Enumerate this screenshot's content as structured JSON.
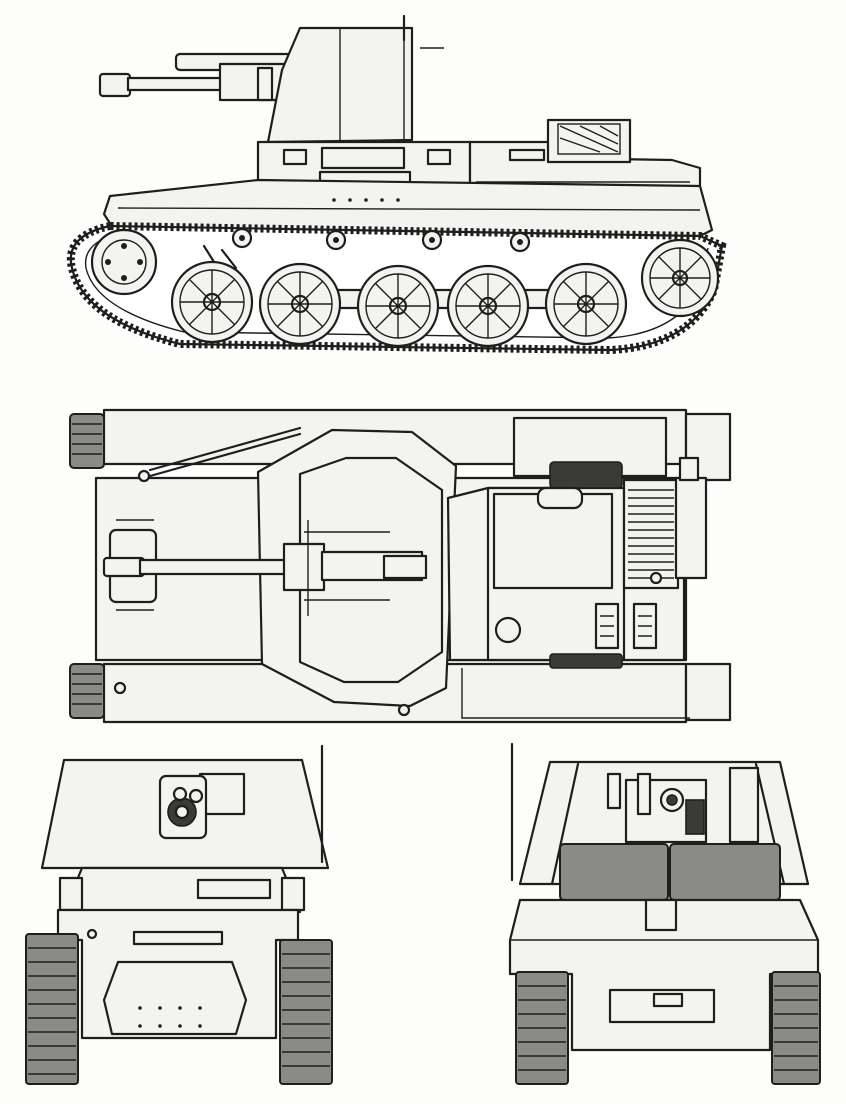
{
  "drawing": {
    "views": [
      {
        "id": "side-view"
      },
      {
        "id": "top-view"
      },
      {
        "id": "front-view"
      },
      {
        "id": "rear-view"
      }
    ],
    "line_color": "#1e1e1e",
    "paper_color": "#fdfdfb",
    "shade_color": "#8a8a86"
  }
}
